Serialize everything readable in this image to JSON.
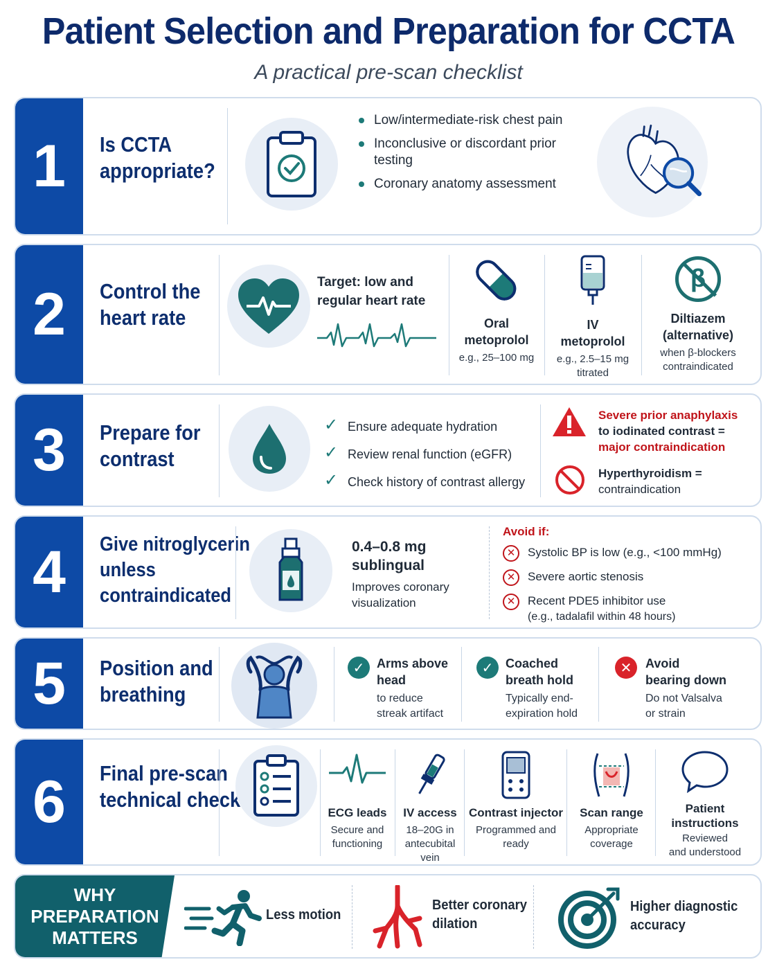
{
  "header": {
    "title": "Patient Selection and Preparation for CCTA",
    "subtitle": "A practical pre-scan checklist"
  },
  "s1": {
    "num": "1",
    "title_l1": "Is CCTA",
    "title_l2": "appropriate?",
    "bullets": [
      "Low/intermediate-risk chest pain",
      "Inconclusive or discordant prior testing",
      "Coronary anatomy assessment"
    ]
  },
  "s2": {
    "num": "2",
    "title_l1": "Control the",
    "title_l2": "heart rate",
    "target_l1": "Target: low and",
    "target_l2": "regular heart rate",
    "drugs": [
      {
        "name_l1": "Oral",
        "name_l2": "metoprolol",
        "detail_l1": "e.g., 25–100 mg",
        "detail_l2": ""
      },
      {
        "name_l1": "IV",
        "name_l2": "metoprolol",
        "detail_l1": "e.g., 2.5–15 mg",
        "detail_l2": "titrated"
      },
      {
        "name_l1": "Diltiazem",
        "name_l2": "(alternative)",
        "detail_l1": "when β-blockers",
        "detail_l2": "contraindicated"
      }
    ],
    "beta_symbol": "β"
  },
  "s3": {
    "num": "3",
    "title_l1": "Prepare for",
    "title_l2": "contrast",
    "checks": [
      "Ensure adequate hydration",
      "Review renal function (eGFR)",
      "Check history of contrast allergy"
    ],
    "warn_l1": "Severe prior anaphylaxis",
    "warn_l2": "to iodinated contrast =",
    "warn_l3": "major contraindication",
    "hyper_l1": "Hyperthyroidism =",
    "hyper_l2": "contraindication"
  },
  "s4": {
    "num": "4",
    "title_l1": "Give nitroglycerin",
    "title_l2": "unless",
    "title_l3": "contraindicated",
    "dose_l1": "0.4–0.8 mg",
    "dose_l2": "sublingual",
    "benefit_l1": "Improves coronary",
    "benefit_l2": "visualization",
    "avoid_label": "Avoid if:",
    "avoid_items": [
      {
        "l1": "Systolic BP is low (e.g., <100 mmHg)",
        "l2": ""
      },
      {
        "l1": "Severe aortic stenosis",
        "l2": ""
      },
      {
        "l1": "Recent PDE5 inhibitor use",
        "l2": "(e.g., tadalafil within 48 hours)"
      }
    ]
  },
  "s5": {
    "num": "5",
    "title_l1": "Position and",
    "title_l2": "breathing",
    "items": [
      {
        "title_l1": "Arms above",
        "title_l2": "head",
        "desc_l1": "to reduce",
        "desc_l2": "streak artifact",
        "status": "ok"
      },
      {
        "title_l1": "Coached",
        "title_l2": "breath hold",
        "desc_l1": "Typically end-",
        "desc_l2": "expiration hold",
        "status": "ok"
      },
      {
        "title_l1": "Avoid",
        "title_l2": "bearing down",
        "desc_l1": "Do not Valsalva",
        "desc_l2": "or strain",
        "status": "bad"
      }
    ]
  },
  "s6": {
    "num": "6",
    "title_l1": "Final pre-scan",
    "title_l2": "technical check",
    "items": [
      {
        "title_l1": "ECG leads",
        "title_l2": "",
        "desc_l1": "Secure and",
        "desc_l2": "functioning"
      },
      {
        "title_l1": "IV access",
        "title_l2": "",
        "desc_l1": "18–20G in",
        "desc_l2": "antecubital vein"
      },
      {
        "title_l1": "Contrast injector",
        "title_l2": "",
        "desc_l1": "Programmed and",
        "desc_l2": "ready"
      },
      {
        "title_l1": "Scan range",
        "title_l2": "",
        "desc_l1": "Appropriate",
        "desc_l2": "coverage"
      },
      {
        "title_l1": "Patient",
        "title_l2": "instructions",
        "desc_l1": "Reviewed",
        "desc_l2": "and understood"
      }
    ]
  },
  "why": {
    "label_l1": "WHY",
    "label_l2": "PREPARATION",
    "label_l3": "MATTERS",
    "items": [
      {
        "l1": "Less motion",
        "l2": ""
      },
      {
        "l1": "Better coronary",
        "l2": "dilation"
      },
      {
        "l1": "Higher diagnostic",
        "l2": "accuracy"
      }
    ]
  },
  "colors": {
    "navy": "#0d2a6b",
    "blue": "#0d4aa6",
    "teal": "#1d7a78",
    "red": "#c0141a"
  }
}
